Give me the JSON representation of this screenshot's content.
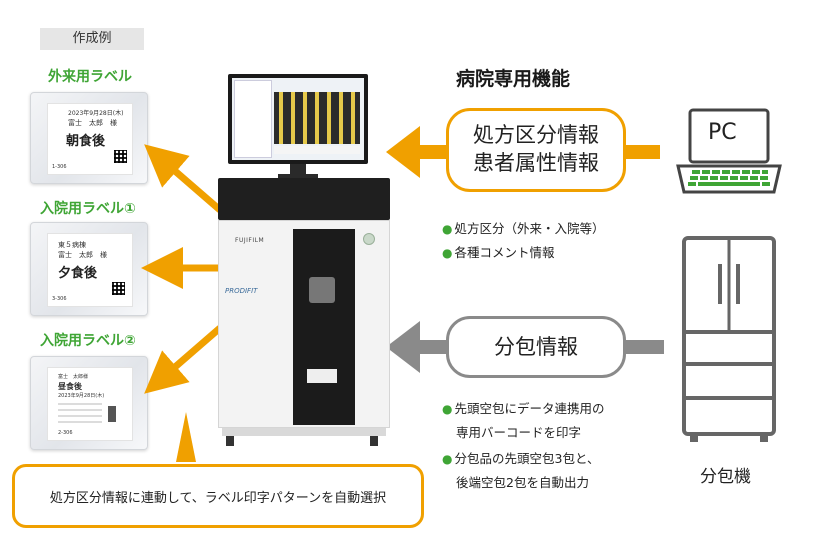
{
  "sample_tag": "作成例",
  "labels": [
    {
      "title": "外来用ラベル",
      "date_line": "2023年9月28日(木)",
      "name_line": "富士　太郎　様",
      "main": "朝食後",
      "code": "1-306"
    },
    {
      "title": "入院用ラベル①",
      "ward_line": "東５病棟",
      "name_line": "富士　太郎　様",
      "main": "夕食後",
      "code": "3-306"
    },
    {
      "title": "入院用ラベル②",
      "name_line": "富士　太郎様",
      "main": "昼食後",
      "date_line": "2023年9月28日(木)",
      "code": "2-306"
    }
  ],
  "heading": "病院専用機能",
  "info_box_1": {
    "line1": "処方区分情報",
    "line2": "患者属性情報"
  },
  "bullets_1": [
    "処方区分（外来・入院等）",
    "各種コメント情報"
  ],
  "info_box_2": {
    "line1": "分包情報"
  },
  "bullets_2": [
    "先頭空包にデータ連携用の",
    "専用バーコードを印字",
    "分包品の先頭空包3包と、",
    "後端空包2包を自動出力"
  ],
  "devices": {
    "pc_label": "PC",
    "packager_label": "分包機"
  },
  "machine": {
    "brand": "FUJIFILM",
    "model": "PRODIFIT"
  },
  "bottom_note": "処方区分情報に連動して、ラベル印字パターンを自動選択",
  "colors": {
    "accent": "#f0a000",
    "green": "#3fa535",
    "gray_arrow": "#8a8a8a"
  }
}
